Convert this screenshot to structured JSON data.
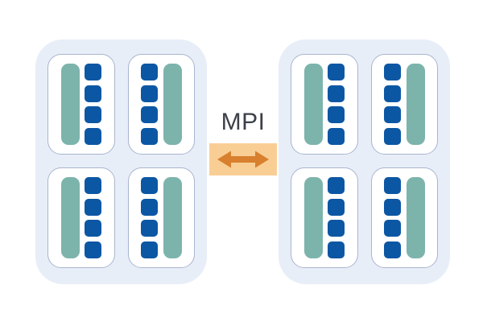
{
  "diagram": {
    "kind": "hybrid-parallelism-architecture",
    "interconnect": {
      "label": "MPI",
      "arrow_icon": "double-arrow-icon"
    },
    "colors": {
      "node_bg": "#E8EEF8",
      "socket_bg": "#FFFFFF",
      "socket_border": "#A9B5CF",
      "bar_teal": "#7CB4AC",
      "core_blue": "#0C57A4",
      "band_bg": "#F9CE95",
      "arrow_orange": "#D8802E",
      "label_color": "#3C4148"
    },
    "nodes": [
      {
        "id": "node-left",
        "sockets": [
          {
            "order": "bar-first",
            "core_count": 4
          },
          {
            "order": "cores-first",
            "core_count": 4
          },
          {
            "order": "bar-first",
            "core_count": 4
          },
          {
            "order": "cores-first",
            "core_count": 4
          }
        ]
      },
      {
        "id": "node-right",
        "sockets": [
          {
            "order": "bar-first",
            "core_count": 4
          },
          {
            "order": "cores-first",
            "core_count": 4
          },
          {
            "order": "bar-first",
            "core_count": 4
          },
          {
            "order": "cores-first",
            "core_count": 4
          }
        ]
      }
    ]
  }
}
